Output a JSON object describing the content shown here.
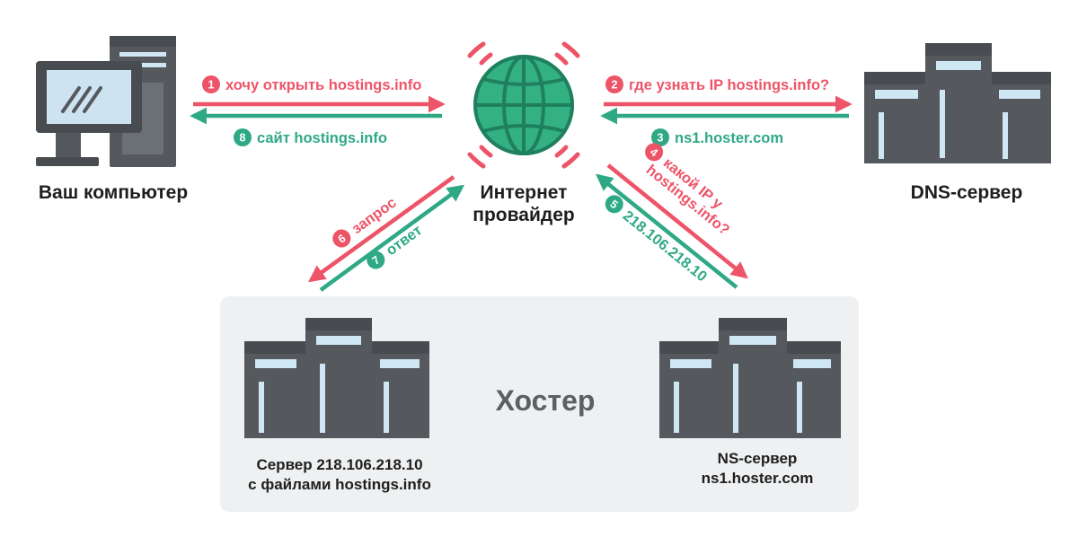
{
  "colors": {
    "red": "#ee5468",
    "green": "#2fa985",
    "globe": "#33b183",
    "globe_dark": "#238c68",
    "server_body": "#55595e",
    "server_light": "#6b7075",
    "server_top": "#484b4f",
    "slot": "#cfe6f3",
    "monitor_screen": "#cde3f2",
    "hoster_bg": "#eef0f2"
  },
  "nodes": {
    "computer": "Ваш компьютер",
    "isp_line1": "Интернет",
    "isp_line2": "провайдер",
    "dns": "DNS-сервер",
    "hoster": "Хостер",
    "web_server_line1": "Сервер 218.106.218.10",
    "web_server_line2": "с файлами hostings.info",
    "ns_server_line1": "NS-сервер",
    "ns_server_line2": "ns1.hoster.com"
  },
  "steps": [
    {
      "num": "1",
      "text": "хочу открыть hostings.info",
      "color": "red"
    },
    {
      "num": "2",
      "text": "где узнать IP hostings.info?",
      "color": "red"
    },
    {
      "num": "3",
      "text": "ns1.hoster.com",
      "color": "green"
    },
    {
      "num": "4",
      "text_line1": "какой IP у",
      "text_line2": "hostings.info?",
      "color": "red"
    },
    {
      "num": "5",
      "text": "218.106.218.10",
      "color": "green"
    },
    {
      "num": "6",
      "text": "запрос",
      "color": "red"
    },
    {
      "num": "7",
      "text": "ответ",
      "color": "green"
    },
    {
      "num": "8",
      "text": "сайт hostings.info",
      "color": "green"
    }
  ],
  "icons": {
    "computer": "desktop-computer-icon",
    "isp": "globe-icon",
    "dns": "server-cluster-icon",
    "web_server": "server-cluster-icon",
    "ns_server": "server-cluster-icon"
  }
}
